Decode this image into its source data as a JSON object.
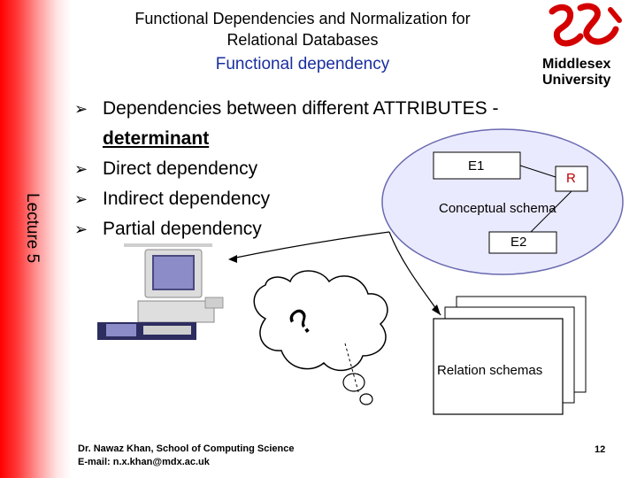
{
  "header": {
    "title_line1": "Functional Dependencies and Normalization for",
    "title_line2": "Relational Databases",
    "subtitle": "Functional dependency"
  },
  "side": {
    "label": "Lecture 5"
  },
  "logo": {
    "text_line1": "Middlesex",
    "text_line2": "University",
    "icon": "middlesex-swirl-logo"
  },
  "bullets": [
    {
      "text": "Dependencies between different ATTRIBUTES -",
      "continuation": "determinant"
    },
    {
      "text": "Direct dependency"
    },
    {
      "text": "Indirect dependency"
    },
    {
      "text": "Partial dependency"
    }
  ],
  "diagram": {
    "e1": "E1",
    "r": "R",
    "conceptual_schema": "Conceptual schema",
    "e2": "E2",
    "question": "?",
    "relation_schemas": "Relation schemas",
    "icons": [
      "computer-icon",
      "thought-cloud-icon"
    ]
  },
  "footer": {
    "author": "Dr. Nawaz Khan, School of Computing Science",
    "email": "E-mail: n.x.khan@mdx.ac.uk",
    "page": "12"
  },
  "colors": {
    "sidebar": "#ff0000",
    "subtitle": "#1a2fa0",
    "ellipse_fill": "#eaeaff",
    "logo_red": "#d40000"
  }
}
